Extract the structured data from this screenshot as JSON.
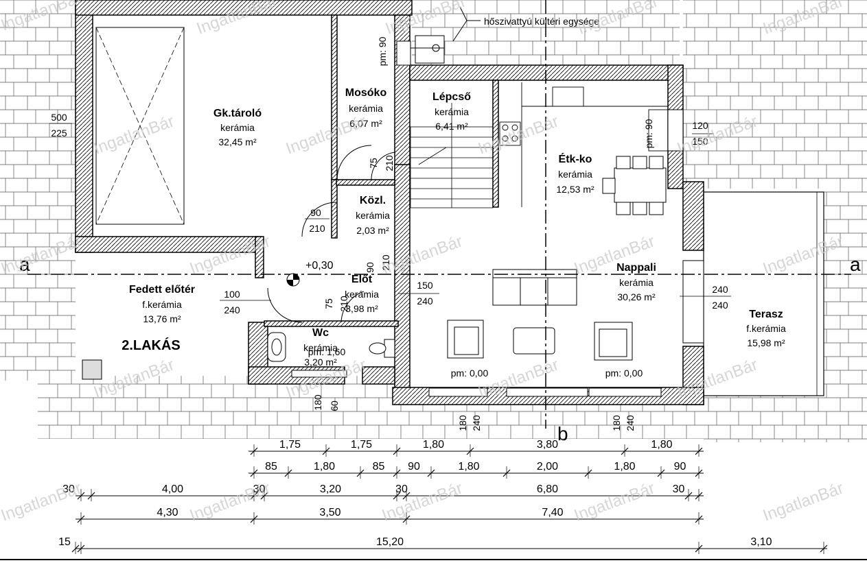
{
  "annotation": "hőszivattyú kültéri egysége",
  "apartment_label": "2.LAKÁS",
  "level_mark": "+0,30",
  "section_marks": {
    "left": "a",
    "right": "a",
    "bottom": "b"
  },
  "watermark": "IngatlanBár",
  "rooms": {
    "garage": {
      "name": "Gk.tároló",
      "material": "kerámia",
      "area": "32,45 m²"
    },
    "laundry": {
      "name": "Mosóko",
      "material": "kerámia",
      "area": "6,07 m²"
    },
    "stairs": {
      "name": "Lépcső",
      "material": "kerámia",
      "area": "6,41 m²"
    },
    "dining": {
      "name": "Étk-ko",
      "material": "kerámia",
      "area": "12,53 m²"
    },
    "corridor": {
      "name": "Közl.",
      "material": "kerámia",
      "area": "2,03 m²"
    },
    "porch": {
      "name": "Fedett előtér",
      "material": "f.kerámia",
      "area": "13,76 m²"
    },
    "hall": {
      "name": "Előt",
      "material": "kerámia",
      "area": "3,98 m²"
    },
    "wc": {
      "name": "Wc",
      "material": "kerámia",
      "area": "3,20 m²"
    },
    "living": {
      "name": "Nappali",
      "material": "kerámia",
      "area": "30,26 m²"
    },
    "terrace": {
      "name": "Terasz",
      "material": "f.kerámia",
      "area": "15,98 m²"
    }
  },
  "floor_levels": {
    "left": "pm: 0,00",
    "right": "pm: 0,00"
  },
  "openings": {
    "garage_side_top": "500",
    "garage_side_bottom": "225",
    "laundry_window": "pm: 90",
    "dining_window": "pm: 90",
    "kitchen_side_top": "120",
    "kitchen_side_bottom": "150",
    "laundry_door_w": "75",
    "laundry_door_h": "210",
    "corridor_door_w": "90",
    "corridor_door_h": "210",
    "hall_door_w": "90",
    "hall_door_h": "210",
    "entry_door_w": "100",
    "entry_door_h": "240",
    "living_opening_w": "150",
    "living_opening_h": "240",
    "wc_door_w": "75",
    "wc_door_h": "210",
    "wc_window": "pm: 1,60",
    "terrace_door_w": "240",
    "terrace_door_h": "240",
    "wc_bottom_a": "180",
    "wc_bottom_b": "60",
    "living_window1_a": "180",
    "living_window1_b": "240",
    "living_window2_a": "180",
    "living_window2_b": "240"
  },
  "dimension_rows": [
    [
      "1,75",
      "1,75",
      "1,80",
      "3,80",
      "1,80"
    ],
    [
      "85",
      "1,80",
      "85",
      "90",
      "1,80",
      "2,00",
      "1,80",
      "90"
    ],
    [
      "30",
      "4,00",
      "30",
      "3,20",
      "30",
      "6,80",
      "30"
    ],
    [
      "4,30",
      "3,50",
      "7,40"
    ],
    [
      "15",
      "15,20",
      "3,10"
    ]
  ]
}
